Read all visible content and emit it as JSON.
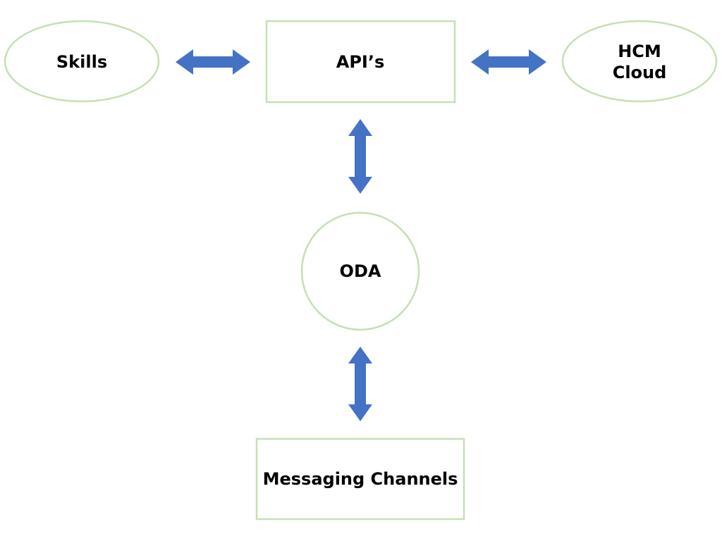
{
  "colors": {
    "node_stroke": "#c5e0b4",
    "arrow_fill": "#4472c4",
    "text": "#000000",
    "background": "#ffffff"
  },
  "nodes": {
    "skills": {
      "label": "Skills",
      "shape": "ellipse"
    },
    "apis": {
      "label": "API’s",
      "shape": "rectangle"
    },
    "hcm_cloud": {
      "label_line1": "HCM",
      "label_line2": "Cloud",
      "shape": "ellipse"
    },
    "oda": {
      "label": "ODA",
      "shape": "circle"
    },
    "messaging_channels": {
      "label": "Messaging Channels",
      "shape": "rectangle"
    }
  },
  "connections": [
    {
      "from": "Skills",
      "to": "API’s",
      "direction": "bidirectional",
      "icon": "double-headed-arrow"
    },
    {
      "from": "API’s",
      "to": "HCM Cloud",
      "direction": "bidirectional",
      "icon": "double-headed-arrow"
    },
    {
      "from": "API’s",
      "to": "ODA",
      "direction": "bidirectional",
      "icon": "double-headed-arrow"
    },
    {
      "from": "ODA",
      "to": "Messaging Channels",
      "direction": "bidirectional",
      "icon": "double-headed-arrow"
    }
  ]
}
